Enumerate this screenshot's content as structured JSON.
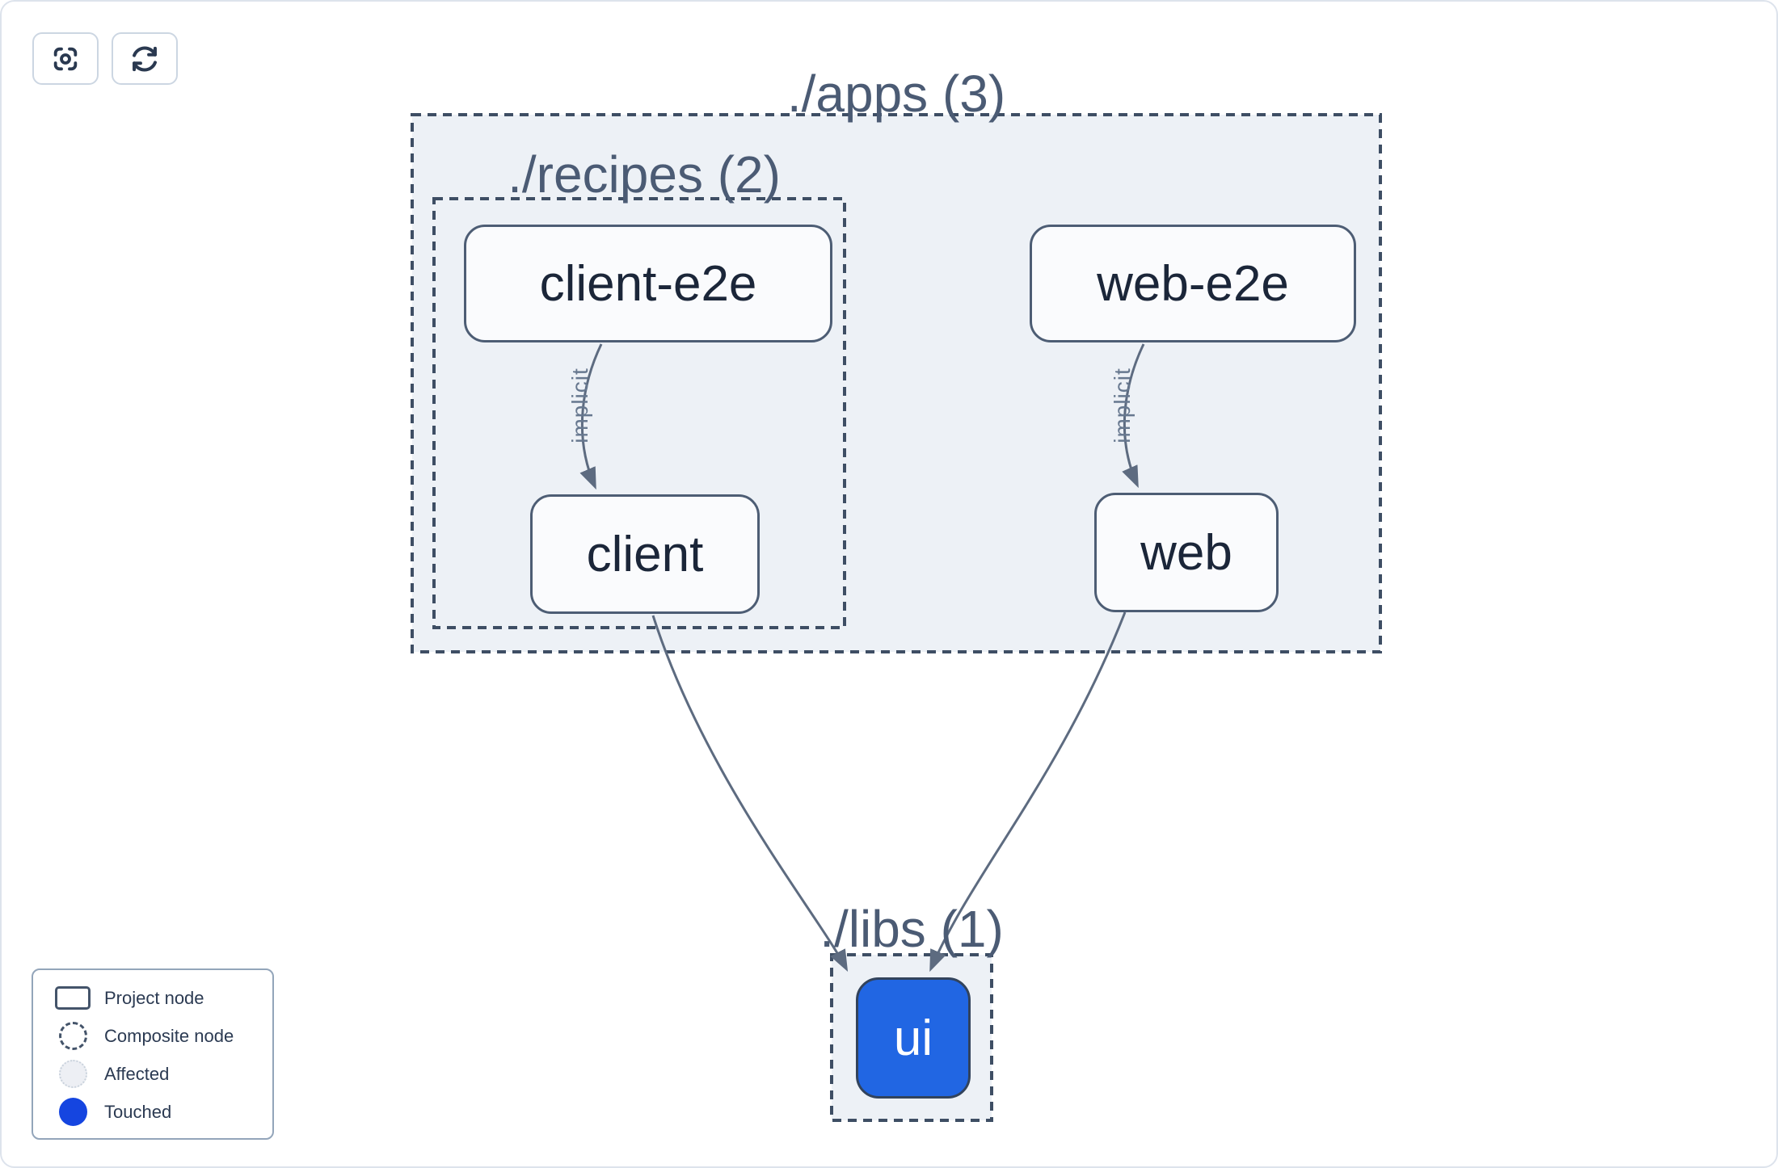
{
  "toolbar": {
    "buttons": [
      {
        "icon": "focus-icon"
      },
      {
        "icon": "refresh-icon"
      }
    ]
  },
  "graph": {
    "groups": [
      {
        "id": "apps",
        "title": "./apps (3)"
      },
      {
        "id": "recipes",
        "title": "./recipes (2)"
      },
      {
        "id": "libs",
        "title": "./libs (1)"
      }
    ],
    "nodes": [
      {
        "id": "client-e2e",
        "label": "client-e2e",
        "type": "project"
      },
      {
        "id": "web-e2e",
        "label": "web-e2e",
        "type": "project"
      },
      {
        "id": "client",
        "label": "client",
        "type": "project"
      },
      {
        "id": "web",
        "label": "web",
        "type": "project"
      },
      {
        "id": "ui",
        "label": "ui",
        "type": "touched"
      }
    ],
    "edges": [
      {
        "from": "client-e2e",
        "to": "client",
        "label": "implicit"
      },
      {
        "from": "web-e2e",
        "to": "web",
        "label": "implicit"
      },
      {
        "from": "client",
        "to": "ui",
        "label": ""
      },
      {
        "from": "web",
        "to": "ui",
        "label": ""
      }
    ]
  },
  "legend": {
    "items": [
      {
        "icon": "project-node-swatch",
        "label": "Project node"
      },
      {
        "icon": "composite-node-swatch",
        "label": "Composite node"
      },
      {
        "icon": "affected-swatch",
        "label": "Affected"
      },
      {
        "icon": "touched-swatch",
        "label": "Touched"
      }
    ]
  },
  "colors": {
    "touched_node": "#2166e3",
    "touched_legend": "#1545e0",
    "group_fill": "#edf1f6",
    "dashed_border": "#3e4e64",
    "node_border": "#4d5d74",
    "node_fill": "#fafbfd",
    "edge": "#5d6b80",
    "group_title_text": "#4b5b74",
    "node_text": "#1b2639",
    "edge_label_text": "#67788f"
  }
}
